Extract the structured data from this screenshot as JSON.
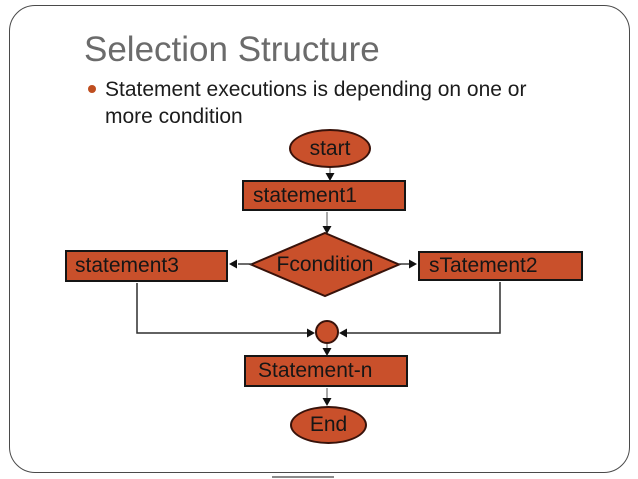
{
  "slide": {
    "title": "Selection Structure",
    "bullet": "Statement executions is depending on one or more condition"
  },
  "flowchart": {
    "start": {
      "label": "start",
      "type": "ellipse"
    },
    "statement1": {
      "label": "statement1",
      "type": "rect"
    },
    "condition": {
      "label": "condition",
      "display": "Fcondition",
      "type": "diamond",
      "false_branch_label": "F",
      "true_branch_label": "T"
    },
    "statement3": {
      "label": "statement3",
      "type": "rect"
    },
    "statement2": {
      "label": "statement2",
      "display": "sTatement2",
      "type": "rect"
    },
    "statement_n": {
      "label": "Statement-n",
      "type": "rect"
    },
    "end": {
      "label": "End",
      "type": "ellipse"
    }
  },
  "colors": {
    "shape_fill": "#C9502B",
    "rect_border": "#151515",
    "ellipse_border": "#38120A",
    "connector_gray": "#8C8C8C",
    "connector_dark": "#333333",
    "arrowhead": "#111111",
    "title_gray": "#6B6B6B",
    "bullet_dot": "#BF4E1F",
    "body_text": "#1C1C1C",
    "slide_border": "#4A4A4A",
    "background": "#FFFFFF"
  }
}
